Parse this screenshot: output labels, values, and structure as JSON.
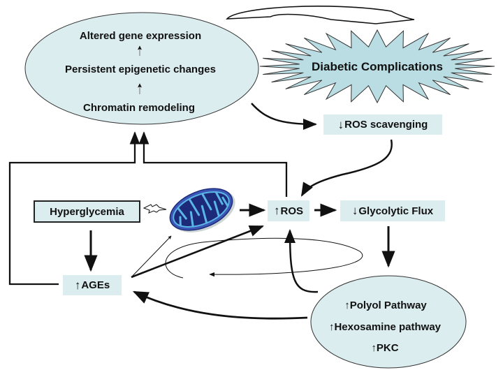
{
  "colors": {
    "fill": "#dcedf0",
    "stroke": "#111111",
    "grey_arrow": "#888888",
    "mito_outer": "#2e3f9e",
    "mito_inner": "#5ab6e6",
    "mito_dark": "#1d2a7a"
  },
  "epigenetic_ellipse": {
    "line1": "Altered gene expression",
    "line2": "Persistent epigenetic changes",
    "line3": "Chromatin remodeling",
    "connector_icon": "up-arrow-icon"
  },
  "complications": {
    "label": "Diabetic Complications",
    "shape": "starburst"
  },
  "nodes": {
    "ros_scavenging": {
      "arrow": "↓",
      "label": "ROS scavenging"
    },
    "hyperglycemia": {
      "label": "Hyperglycemia"
    },
    "ros": {
      "arrow": "↑",
      "label": "ROS"
    },
    "glycolytic_flux": {
      "arrow": "↓",
      "label": "Glycolytic Flux"
    },
    "ages": {
      "arrow": "↑",
      "label": "AGEs"
    },
    "mitochondrion": {
      "icon": "mitochondrion-icon"
    },
    "lightning": {
      "icon": "lightning-icon"
    }
  },
  "pathways_ellipse": {
    "items": [
      {
        "arrow": "↑",
        "label": "Polyol Pathway"
      },
      {
        "arrow": "↑",
        "label": "Hexosamine pathway"
      },
      {
        "arrow": "↑",
        "label": "PKC"
      }
    ]
  }
}
